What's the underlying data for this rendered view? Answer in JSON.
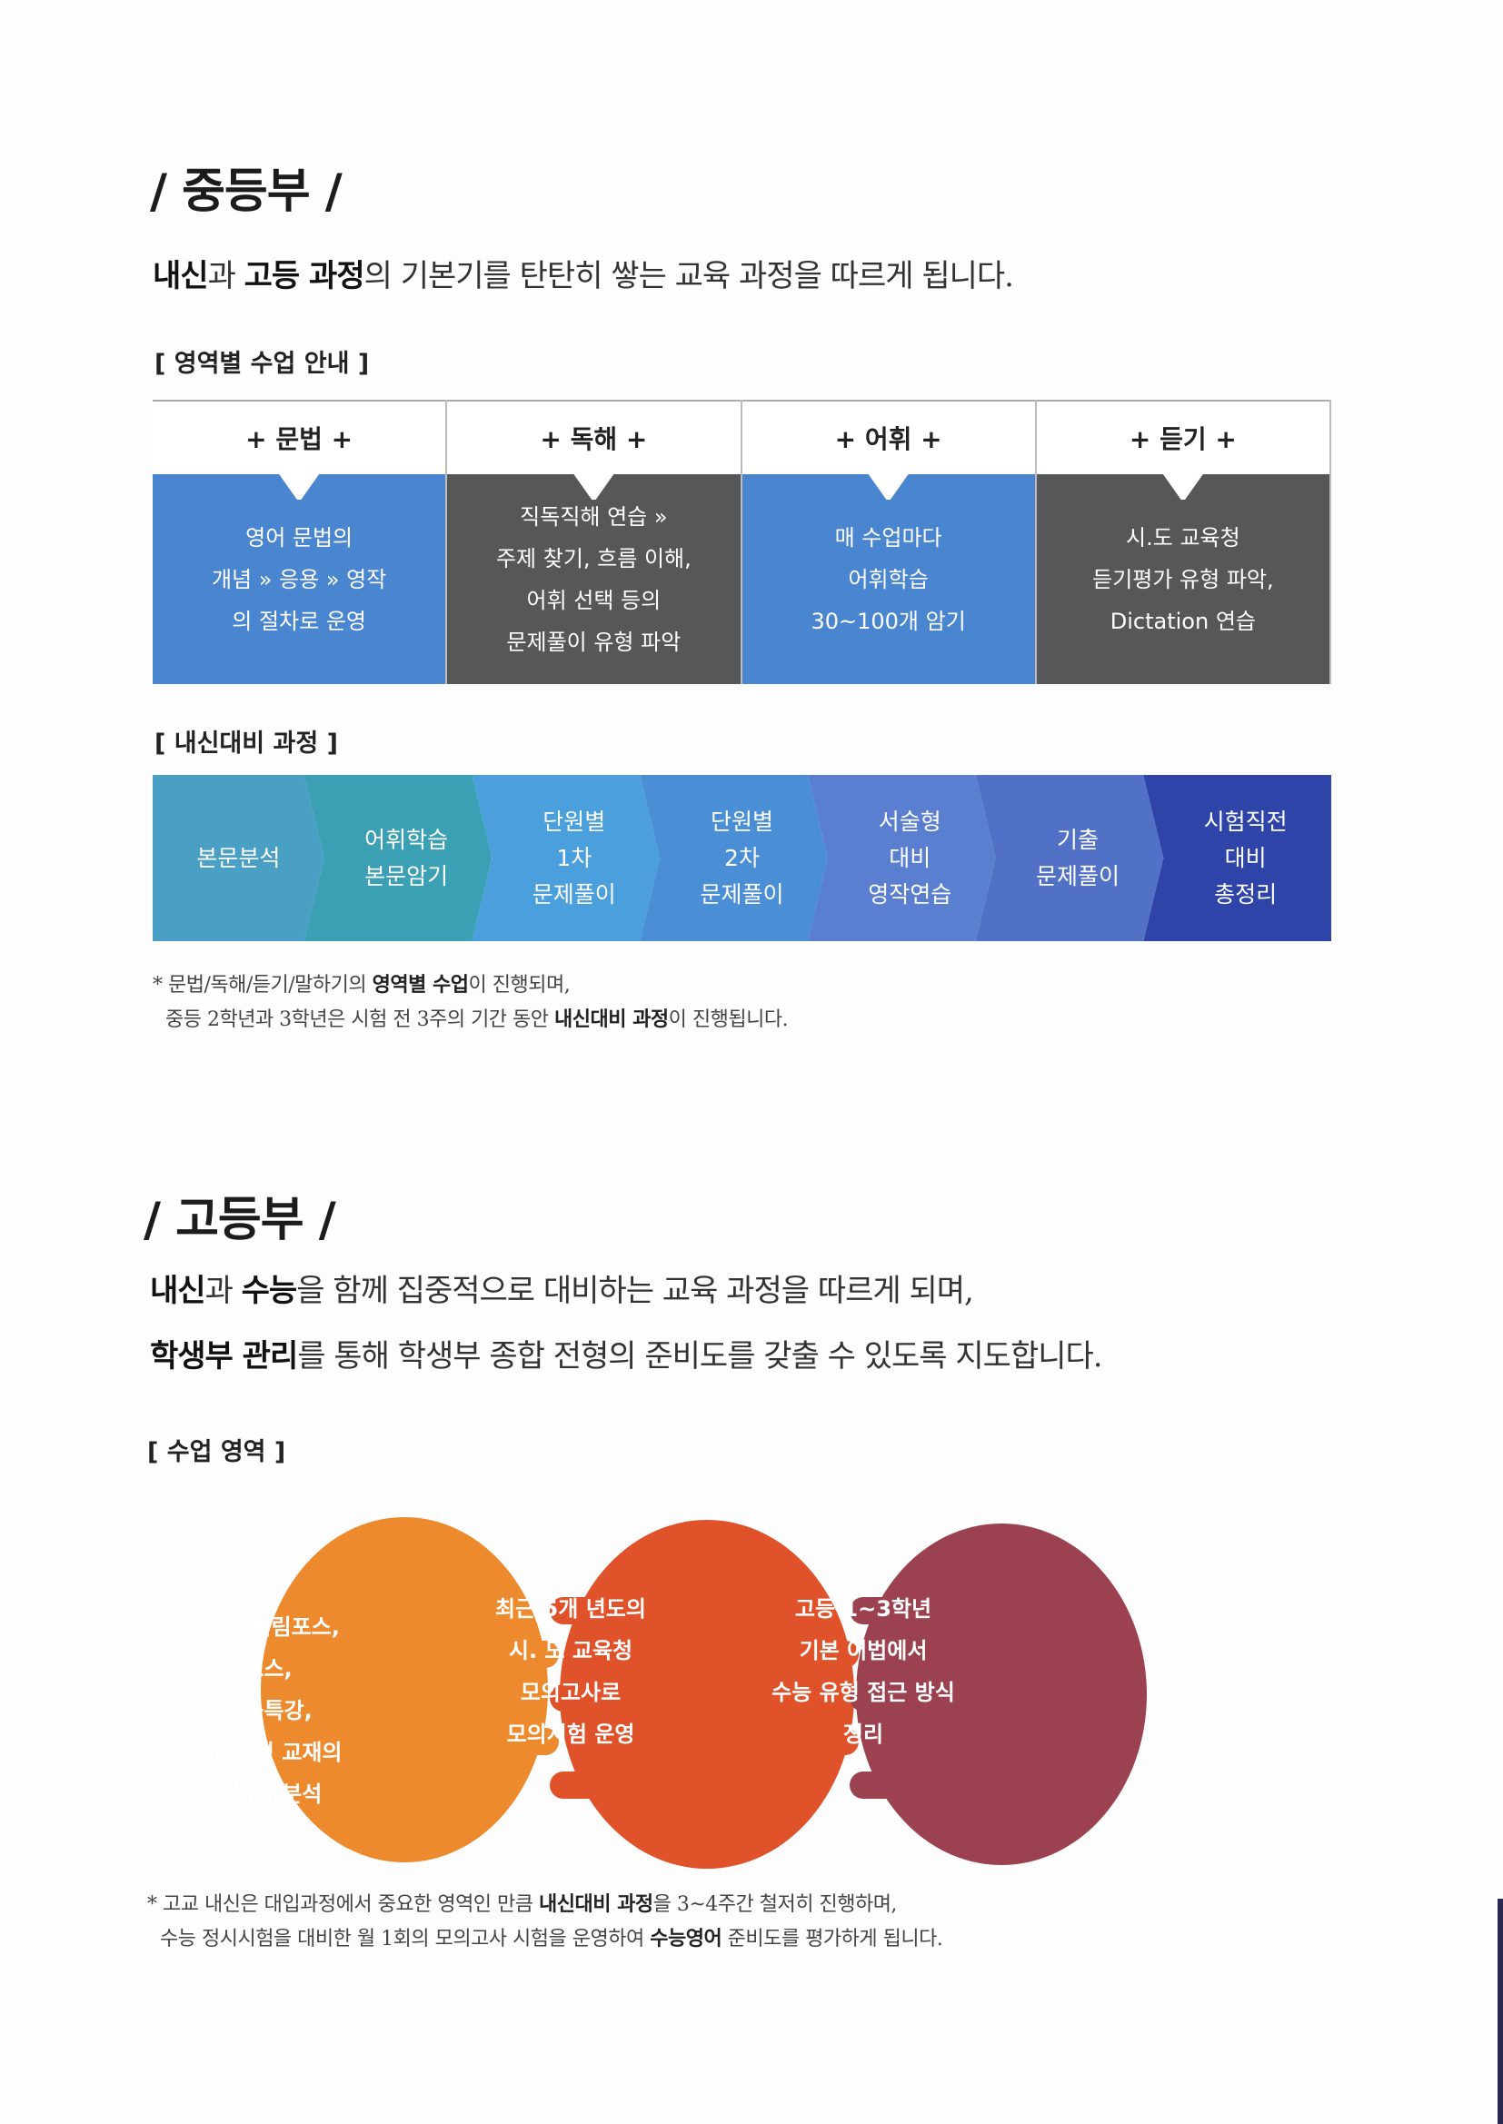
{
  "middle": {
    "title": "/ 중등부 /",
    "lead": {
      "b1": "내신",
      "t1": "과 ",
      "b2": "고등 과정",
      "t2": "의 기본기를 탄탄히 쌓는 교육 과정을 따르게 됩니다."
    },
    "areas_label": "[ 영역별 수업 안내 ]",
    "areas": [
      {
        "head": "+ 문법 +",
        "lines": [
          "영어 문법의",
          "개념 » 응용 » 영작",
          "의 절차로 운영"
        ],
        "color": "#4a86d0"
      },
      {
        "head": "+ 독해 +",
        "lines": [
          "직독직해 연습 »",
          "주제 찾기, 흐름 이해,",
          "어휘 선택 등의",
          "문제풀이 유형 파악"
        ],
        "color": "#555759"
      },
      {
        "head": "+ 어휘 +",
        "lines": [
          "매 수업마다",
          "어휘학습",
          "30~100개 암기"
        ],
        "color": "#4a86d0"
      },
      {
        "head": "+ 듣기 +",
        "lines": [
          "시.도 교육청",
          "듣기평가 유형 파악,",
          "Dictation 연습"
        ],
        "color": "#555759"
      }
    ],
    "process_label": "[ 내신대비 과정 ]",
    "process": [
      {
        "lines": [
          "본문분석"
        ],
        "color": "#4aa0c4"
      },
      {
        "lines": [
          "어휘학습",
          "본문암기"
        ],
        "color": "#3ba0b3"
      },
      {
        "lines": [
          "단원별",
          "1차",
          "문제풀이"
        ],
        "color": "#4a9fdc"
      },
      {
        "lines": [
          "단원별",
          "2차",
          "문제풀이"
        ],
        "color": "#4a8ed6"
      },
      {
        "lines": [
          "서술형",
          "대비",
          "영작연습"
        ],
        "color": "#5a7fd0"
      },
      {
        "lines": [
          "기출",
          "문제풀이"
        ],
        "color": "#5171c6"
      },
      {
        "lines": [
          "시험직전",
          "대비",
          "총정리"
        ],
        "color": "#2e44a8"
      }
    ],
    "note": {
      "l1a": "* 문법/독해/듣기/말하기의 ",
      "l1b": "영역별 수업",
      "l1c": "이 진행되며,",
      "l2a": "중등 2학년과 3학년은 시험 전 3주의 기간 동안 ",
      "l2b": "내신대비 과정",
      "l2c": "이 진행됩니다."
    }
  },
  "high": {
    "title": "/ 고등부 /",
    "lead1": {
      "b1": "내신",
      "t1": "과 ",
      "b2": "수능",
      "t2": "을 함께 집중적으로 대비하는 교육 과정을 따르게 되며,"
    },
    "lead2": {
      "b1": "학생부 관리",
      "t1": "를 통해 학생부 종합 전형의 준비도를 갖출 수 있도록 지도합니다."
    },
    "areas_label": "[ 수업 영역 ]",
    "circles": [
      {
        "lines": [
          "EBS 올림포스,",
          "포스,",
          "수능특강,",
          "수능완성 교재의",
          "완벽한 분석"
        ],
        "color": "#ee8a2e"
      },
      {
        "lines": [
          "최근 5개 년도의",
          "시. 도 교육청",
          "모의고사로",
          "모의시험 운영"
        ],
        "color": "#e0522a"
      },
      {
        "lines": [
          "고등 1~3학년",
          "기본 어법에서",
          "수능 유형 접근 방식",
          "정리"
        ],
        "color": "#9c4150"
      }
    ],
    "note": {
      "l1a": "* 고교 내신은 대입과정에서 중요한 영역인 만큼 ",
      "l1b": "내신대비 과정",
      "l1c": "을 3~4주간 철저히 진행하며,",
      "l2a": "수능 정시시험을 대비한 월 1회의 모의고사 시험을 운영하여 ",
      "l2b": "수능영어",
      "l2c": " 준비도를 평가하게 됩니다."
    }
  }
}
